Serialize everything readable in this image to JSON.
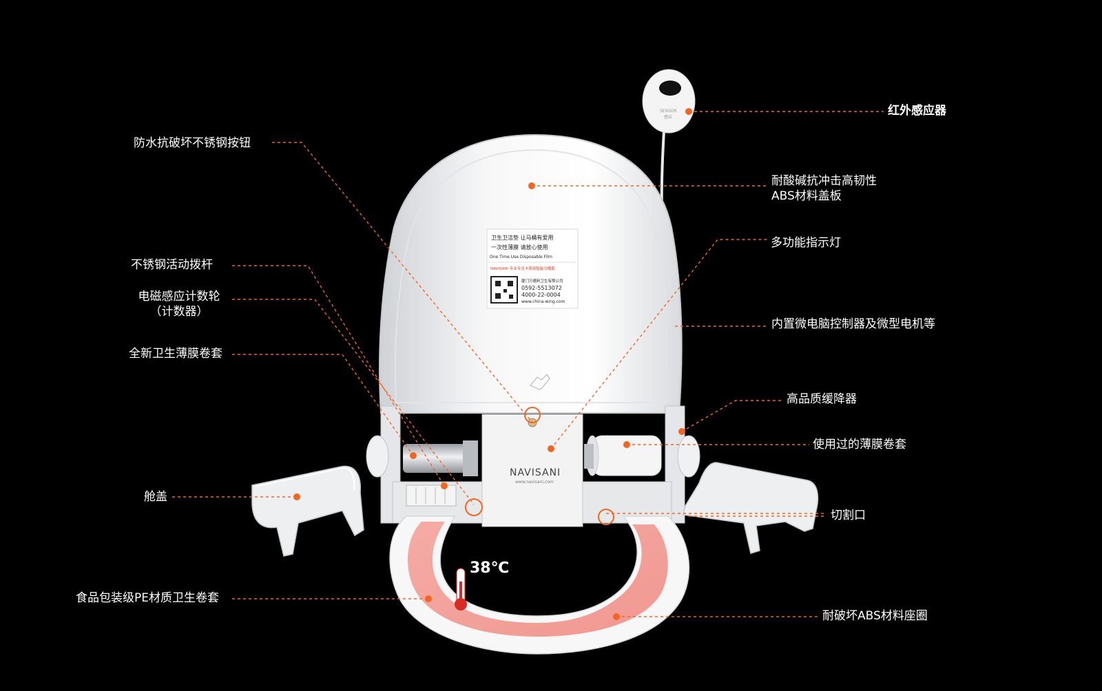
{
  "labels": {
    "sensor": "红外感应器",
    "button": "防水抗破坏不锈钢按钮",
    "lid_line1": "耐酸碱抗冲击高韧性",
    "lid_line2": "ABS材料盖板",
    "indicator": "多功能指示灯",
    "lever": "不锈钢活动拨杆",
    "counter_line1": "电磁感应计数轮",
    "counter_line2": "（计数器）",
    "controller": "内置微电脑控制器及微型电机等",
    "new_roll": "全新卫生薄膜卷套",
    "damper": "高品质缓降器",
    "used_roll": "使用过的薄膜卷套",
    "cover": "舱盖",
    "cutter": "切割口",
    "pe_film": "食品包装级PE材质卫生卷套",
    "seat_ring": "耐破坏ABS材料座圈"
  },
  "temperature": "38℃",
  "product": {
    "brand": "NAVISANI",
    "brand_url": "www.navisani.com",
    "sticker_line1": "卫生卫洁垫   让马桶有爱用",
    "sticker_line2": "一次性薄膜   请放心使用",
    "sticker_line3": "One Time Use Disposable Film",
    "sticker_brand": "NAVISANI  专业专注卡育用智能马桶套",
    "sticker_company": "厦门万德利卫生有限公司",
    "sticker_phone1": "0592-5513072",
    "sticker_phone2": "4000-22-0004",
    "sticker_web": "www.china-wing.com",
    "sensor_text": "SENSOR",
    "sensor_sub": "感应"
  },
  "colors": {
    "background": "#000000",
    "accent": "#f26522",
    "label": "#ffffff",
    "plastic": "#f2f2f2",
    "heat": "#f08b86"
  }
}
